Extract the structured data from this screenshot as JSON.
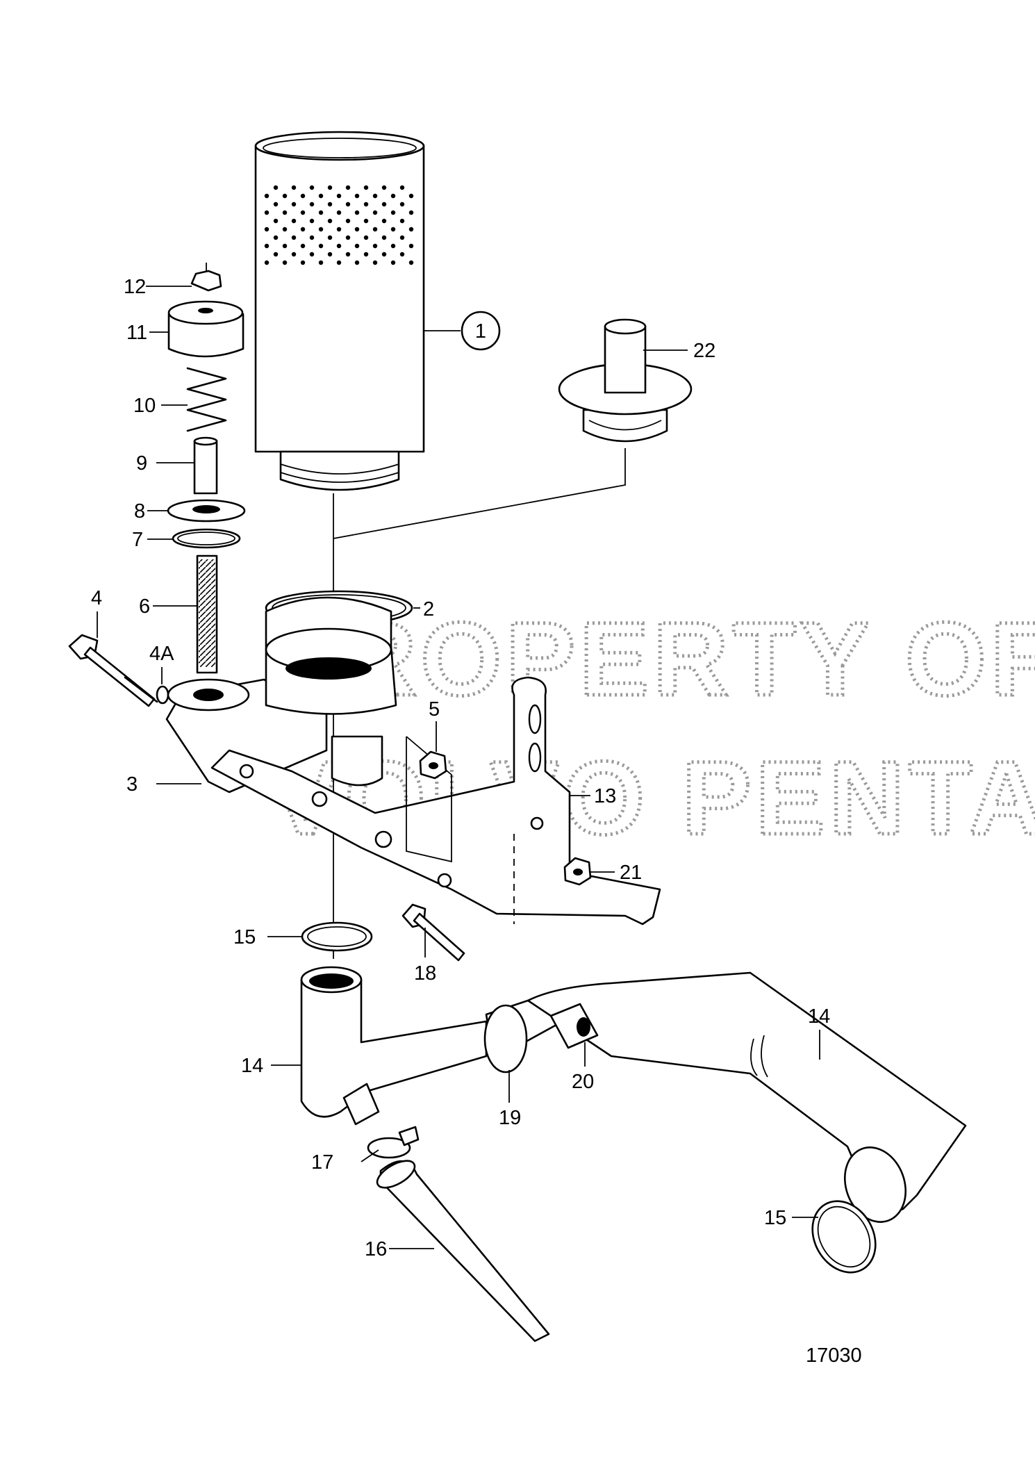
{
  "watermark": {
    "line1": "PROPERTY OF",
    "line2": "VOLVO PENTA"
  },
  "drawing_number": "17030",
  "callouts": {
    "c1": "1",
    "c2": "2",
    "c3": "3",
    "c4": "4",
    "c4a": "4A",
    "c5": "5",
    "c6": "6",
    "c7": "7",
    "c8": "8",
    "c9": "9",
    "c10": "10",
    "c11": "11",
    "c12": "12",
    "c13": "13",
    "c14a": "14",
    "c14b": "14",
    "c15a": "15",
    "c15b": "15",
    "c16": "16",
    "c17": "17",
    "c18": "18",
    "c19": "19",
    "c20": "20",
    "c21": "21",
    "c22": "22"
  }
}
